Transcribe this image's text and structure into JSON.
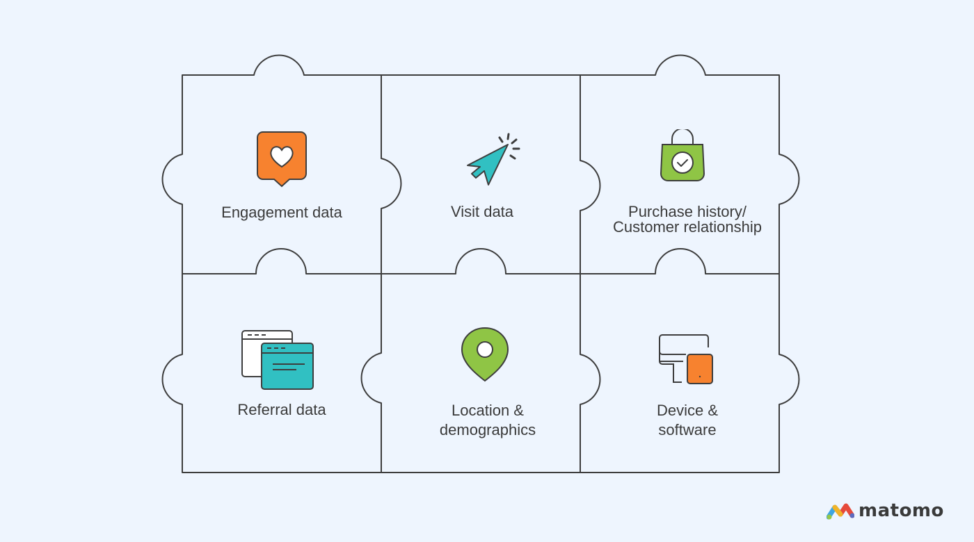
{
  "pieces": [
    {
      "id": "engagement",
      "label": "Engagement data",
      "icon": "heart-chat-icon"
    },
    {
      "id": "visit",
      "label": "Visit data",
      "icon": "cursor-click-icon"
    },
    {
      "id": "purchase",
      "label_lines": [
        "Purchase history/",
        "Customer relationship"
      ],
      "icon": "shopping-bag-check-icon"
    },
    {
      "id": "referral",
      "label": "Referral data",
      "icon": "browser-windows-icon"
    },
    {
      "id": "location",
      "label_lines": [
        "Location &",
        "demographics"
      ],
      "icon": "map-pin-icon"
    },
    {
      "id": "device",
      "label_lines": [
        "Device &",
        "software"
      ],
      "icon": "devices-icon"
    }
  ],
  "colors": {
    "background": "#eef5fe",
    "stroke": "#3d3d3d",
    "orange": "#f7822f",
    "teal": "#31c0c2",
    "green": "#8fc545"
  },
  "brand": {
    "name": "matomo",
    "icon": "matomo-logo-icon"
  }
}
